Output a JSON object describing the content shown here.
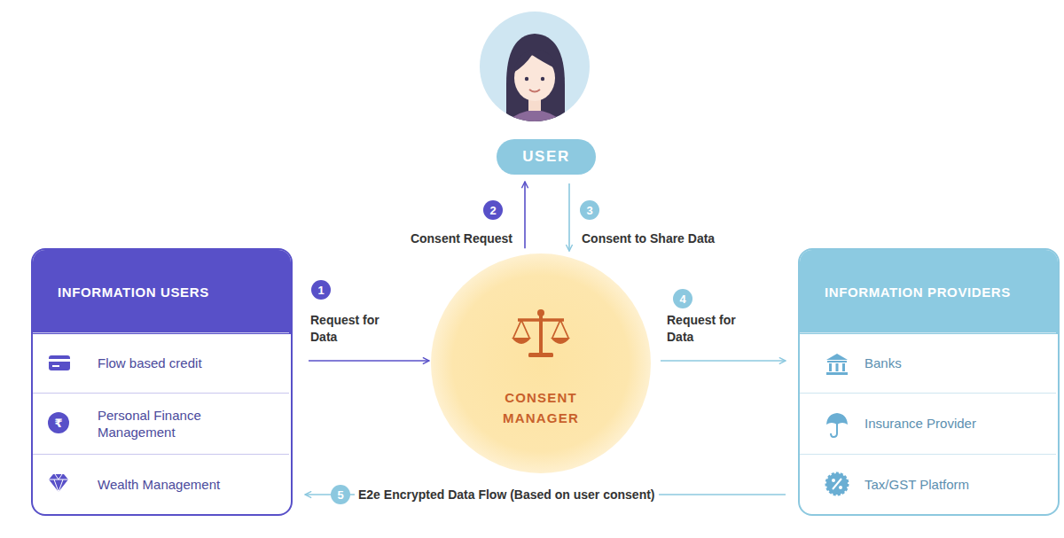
{
  "diagram": {
    "nodes": [
      {
        "text": [
          "USER"
        ]
      },
      {
        "text": [
          "INFORMATION USERS"
        ]
      },
      {
        "text": [
          "Flow based credit"
        ],
        "in": 1
      },
      {
        "text": [
          "Personal Finance Management"
        ],
        "in": 1
      },
      {
        "text": [
          "Wealth Management"
        ],
        "in": 1
      },
      {
        "text": [
          "CONSENT MANAGER"
        ]
      },
      {
        "text": [
          "INFORMATION PROVIDERS"
        ]
      },
      {
        "text": [
          "Banks"
        ],
        "in": 6
      },
      {
        "text": [
          "Insurance Provider"
        ],
        "in": 6
      },
      {
        "text": [
          "Tax/GST Platform"
        ],
        "in": 6
      }
    ],
    "edges": [
      {
        "from": 1,
        "to": 5,
        "arrow": "to",
        "label": "Request for Data"
      },
      {
        "from": 5,
        "to": 0,
        "arrow": "to",
        "label": "Consent Request"
      },
      {
        "from": 0,
        "to": 5,
        "arrow": "to",
        "label": "Consent to Share Data"
      },
      {
        "from": 5,
        "to": 6,
        "arrow": "to",
        "label": "Request for Data"
      },
      {
        "from": 6,
        "to": 1,
        "arrow": "to",
        "label": "E2e Encrypted Data Flow (Based on user consent)"
      }
    ],
    "labels": [
      "1",
      "2",
      "3",
      "4",
      "5",
      "₹"
    ]
  }
}
